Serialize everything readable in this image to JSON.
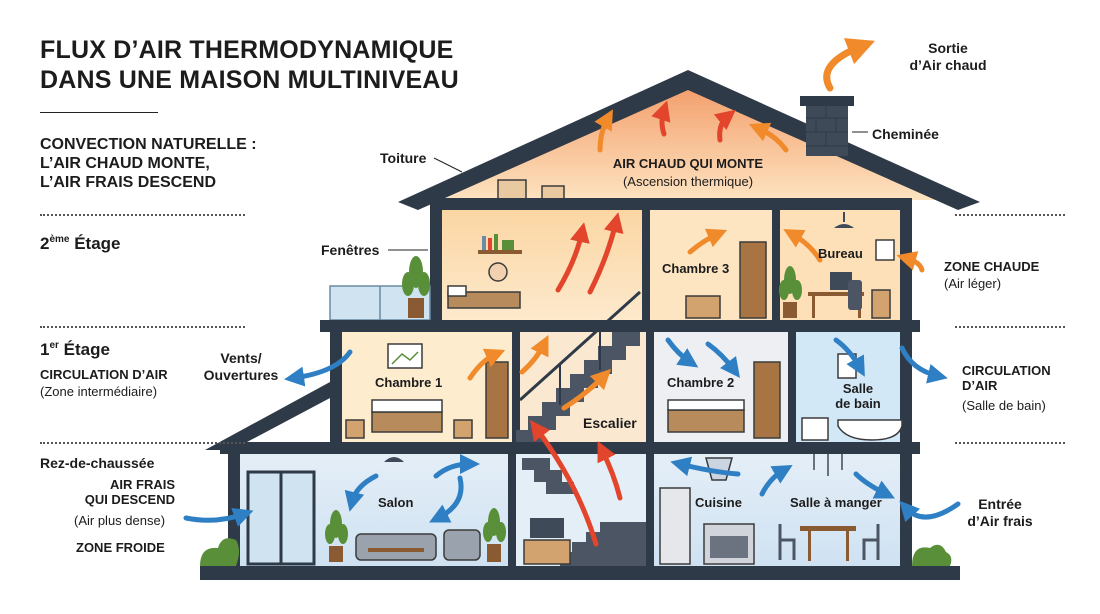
{
  "title": {
    "line1": "FLUX D’AIR THERMODYNAMIQUE",
    "line2": "DANS UNE MAISON MULTINIVEAU"
  },
  "subtitle": {
    "line1": "CONVECTION NATURELLE :",
    "line2": "L’AIR CHAUD MONTE,",
    "line3": "L’AIR FRAIS DESCEND"
  },
  "floors": {
    "second": {
      "number": "2",
      "suffix": "ème",
      "word": "Étage"
    },
    "first": {
      "number": "1",
      "suffix": "er",
      "word": "Étage"
    },
    "ground": "Rez-de-chaussée"
  },
  "left_labels": {
    "circulation_title": "CIRCULATION D’AIR",
    "circulation_sub": "(Zone intermédiaire)",
    "cold_air_line1": "AIR FRAIS",
    "cold_air_line2": "QUI DESCEND",
    "cold_air_sub": "(Air plus dense)",
    "cold_zone": "ZONE FROIDE"
  },
  "callouts": {
    "roof": "Toiture",
    "windows": "Fenêtres",
    "vents_line1": "Vents/",
    "vents_line2": "Ouvertures",
    "chimney": "Cheminée",
    "hot_exit_line1": "Sortie",
    "hot_exit_line2": "d’Air chaud",
    "hot_zone_title": "ZONE CHAUDE",
    "hot_zone_sub": "(Air léger)",
    "bath_circ_line1": "CIRCULATION",
    "bath_circ_line2": "D’AIR",
    "bath_circ_sub": "(Salle de bain)",
    "fresh_in_line1": "Entrée",
    "fresh_in_line2": "d’Air frais"
  },
  "attic": {
    "title": "AIR CHAUD QUI MONTE",
    "sub": "(Ascension thermique)"
  },
  "rooms": {
    "chambre1": "Chambre 1",
    "chambre2": "Chambre 2",
    "chambre3": "Chambre 3",
    "bureau": "Bureau",
    "salle_bain_line1": "Salle",
    "salle_bain_line2": "de bain",
    "escalier": "Escalier",
    "salon": "Salon",
    "cuisine": "Cuisine",
    "salle_manger": "Salle à manger"
  },
  "colors": {
    "wall": "#2f3a48",
    "attic_warm": "#f7b37a",
    "warm_room": "#fde3bd",
    "mid_room": "#fdeccd",
    "cool_room": "#dcebf7",
    "bath": "#d3e8f7",
    "warm_arrow": "#f08a2a",
    "hot_arrow": "#e2452c",
    "cold_arrow": "#2f7fc4",
    "plant": "#5a8f3a"
  }
}
